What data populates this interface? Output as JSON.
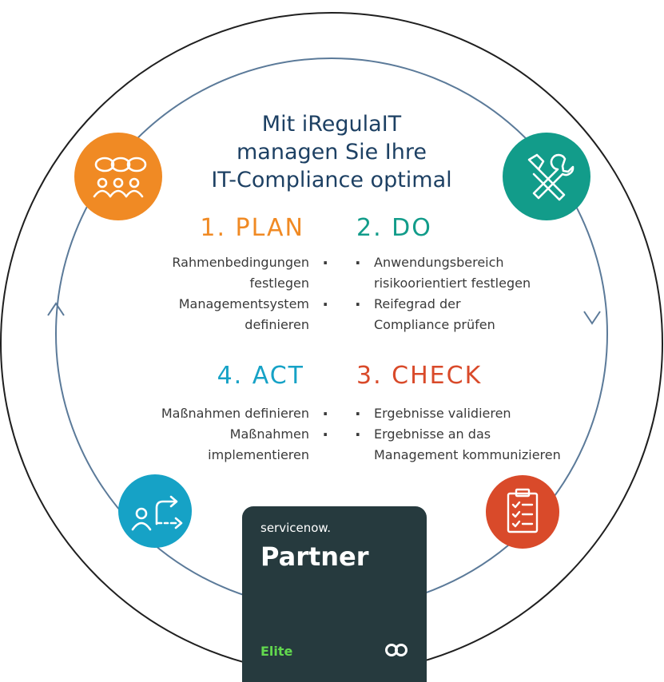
{
  "title": {
    "line1": "Mit iRegulaIT",
    "line2": "managen Sie Ihre",
    "line3": "IT-Compliance optimal"
  },
  "phases": {
    "plan": {
      "label": "1. PLAN",
      "color": "#f08a24",
      "bullets": [
        "Rahmenbedingungen festlegen",
        "Managementsystem definieren"
      ],
      "icon": "people-discussion-icon"
    },
    "do": {
      "label": "2. DO",
      "color": "#129c8a",
      "bullets": [
        "Anwendungsbereich risikoorientiert festlegen",
        "Reifegrad der Compliance prüfen"
      ],
      "icon": "tools-icon"
    },
    "check": {
      "label": "3. CHECK",
      "color": "#d94a2a",
      "bullets": [
        "Ergebnisse validieren",
        "Ergebnisse an das Management kommunizieren"
      ],
      "icon": "clipboard-checklist-icon"
    },
    "act": {
      "label": "4. ACT",
      "color": "#16a2c6",
      "bullets": [
        "Maßnahmen definieren",
        "Maßnahmen implementieren"
      ],
      "icon": "person-route-icon"
    }
  },
  "badge": {
    "brand": "servicenow.",
    "partner": "Partner",
    "tier": "Elite",
    "tier_color": "#62d84e",
    "background": "#263a3e"
  },
  "colors": {
    "title": "#1d4063",
    "outer_ring": "#1f1f1f",
    "inner_cycle": "#5b7a99"
  }
}
